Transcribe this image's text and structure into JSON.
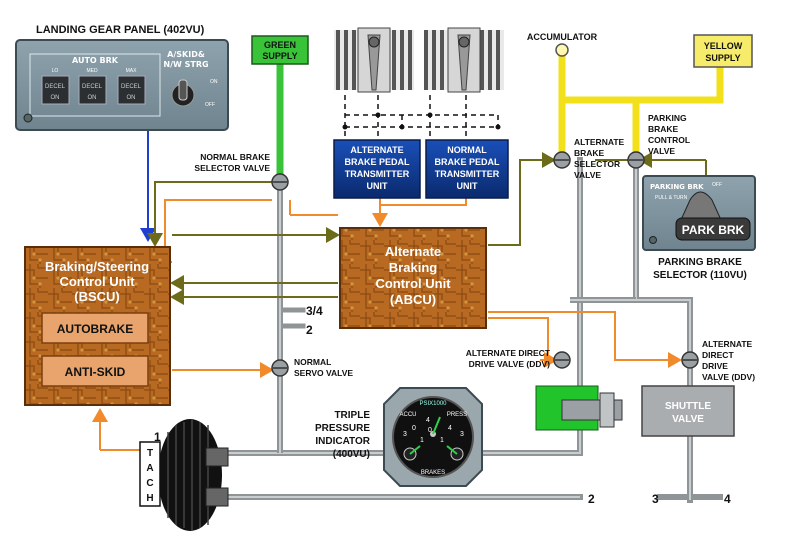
{
  "panel": {
    "title": "LANDING GEAR PANEL (402VU)",
    "autobrk": "AUTO BRK",
    "lo": "LO",
    "med": "MED",
    "max": "MAX",
    "decel": "DECEL",
    "on": "ON",
    "askid_line1": "A/SKID&",
    "askid_line2": "N/W STRG",
    "sw_on": "ON",
    "sw_off": "OFF"
  },
  "green_supply": [
    "GREEN",
    "SUPPLY"
  ],
  "yellow_supply": [
    "YELLOW",
    "SUPPLY"
  ],
  "accumulator": "ACCUMULATOR",
  "alt_pedal_unit": [
    "ALTERNATE",
    "BRAKE PEDAL",
    "TRANSMITTER",
    "UNIT"
  ],
  "norm_pedal_unit": [
    "NORMAL",
    "BRAKE PEDAL",
    "TRANSMITTER",
    "UNIT"
  ],
  "normal_brake_selector": [
    "NORMAL BRAKE",
    "SELECTOR VALVE"
  ],
  "alt_brake_selector": [
    "ALTERNATE",
    "BRAKE",
    "SELECTOR",
    "VALVE"
  ],
  "parking_brake_control": [
    "PARKING",
    "BRAKE",
    "CONTROL",
    "VALVE"
  ],
  "park_panel": {
    "title": "PARKING BRK",
    "pull": "PULL & TURN",
    "off": "OFF",
    "handle": "PARK BRK"
  },
  "park_selector": [
    "PARKING BRAKE",
    "SELECTOR (110VU)"
  ],
  "bscu": {
    "title": [
      "Braking/Steering",
      "Control Unit",
      "(BSCU)"
    ],
    "autobrake": "AUTOBRAKE",
    "antiskid": "ANTI-SKID"
  },
  "abcu": [
    "Alternate",
    "Braking",
    "Control Unit",
    "(ABCU)"
  ],
  "wheel_labels": {
    "w34": "3/4",
    "w2a": "2",
    "w1": "1",
    "w2b": "2",
    "w3": "3",
    "w4": "4"
  },
  "normal_servo": [
    "NORMAL",
    "SERVO VALVE"
  ],
  "alt_ddv_left": [
    "ALTERNATE DIRECT",
    "DRIVE VALVE (DDV)"
  ],
  "alt_ddv_right": [
    "ALTERNATE",
    "DIRECT",
    "DRIVE",
    "VALVE (DDV)"
  ],
  "shuttle": [
    "SHUTTLE",
    "VALVE"
  ],
  "triple_indicator": [
    "TRIPLE",
    "PRESSURE",
    "INDICATOR",
    "(400VU)"
  ],
  "gauge": {
    "psi": "PSIX1000",
    "accu": "ACCU",
    "press": "PRESS",
    "brakes": "BRAKES",
    "n3a": "3",
    "n3b": "3",
    "n4": "4",
    "n0a": "0",
    "n1a": "1",
    "n1b": "1",
    "n0b": "0",
    "n4b": "4"
  },
  "tach": [
    "T",
    "A",
    "C",
    "H"
  ],
  "colors": {
    "green": "#39c339",
    "yellow": "#f2e11a",
    "orange": "#f08a2a",
    "olive": "#6b6b1a",
    "blue": "#1f3fd0",
    "grey_pipe": "#a9adb0"
  }
}
